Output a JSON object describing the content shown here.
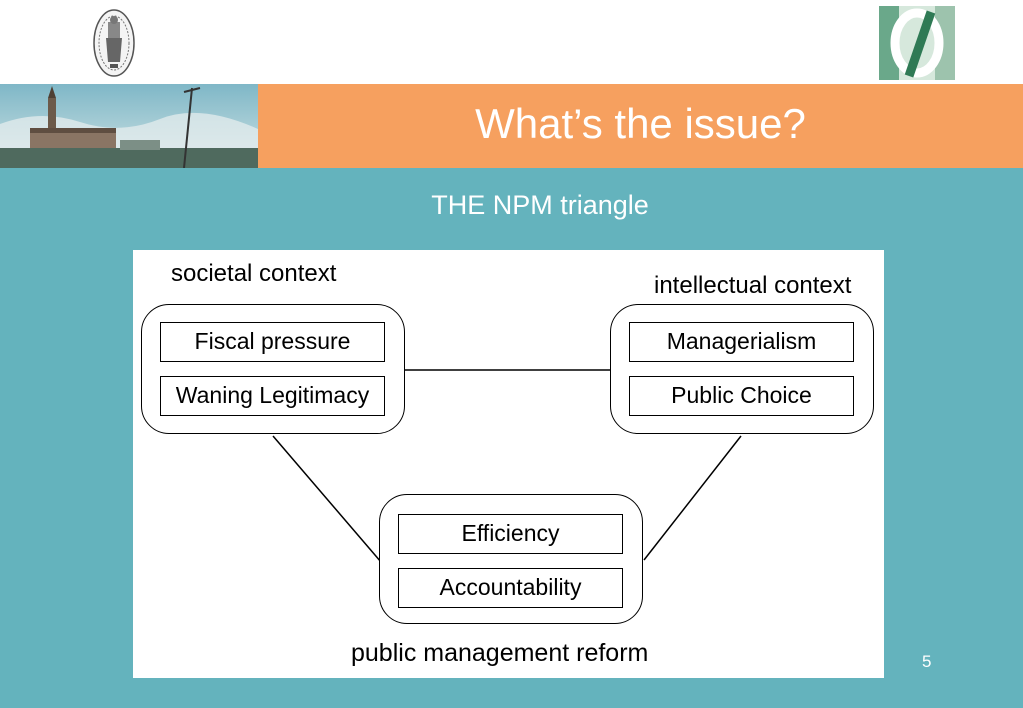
{
  "slide": {
    "title": "What’s the issue?",
    "subtitle": "THE NPM triangle",
    "page_number": "5",
    "colors": {
      "background": "#64b3bd",
      "banner": "#f6a05f",
      "text_on_bg": "#ffffff"
    }
  },
  "logos": {
    "left": "university-seal-icon",
    "right": "institute-logo-icon"
  },
  "diagram": {
    "societal": {
      "label": "societal context",
      "items": [
        "Fiscal pressure",
        "Waning Legitimacy"
      ]
    },
    "intellectual": {
      "label": "intellectual context",
      "items": [
        "Managerialism",
        "Public Choice"
      ]
    },
    "reform": {
      "label": "public management reform",
      "items": [
        "Efficiency",
        "Accountability"
      ]
    }
  }
}
